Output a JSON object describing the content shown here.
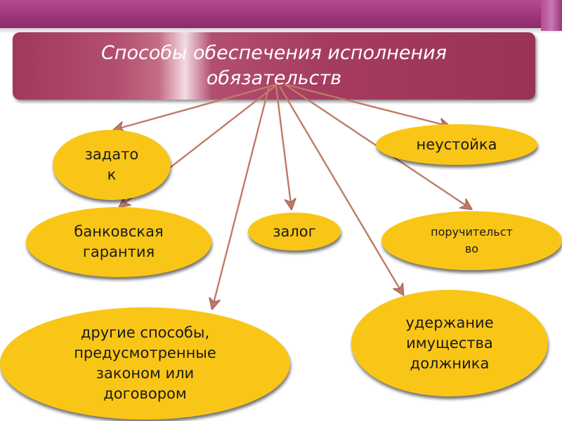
{
  "title": {
    "line1": "Способы обеспечения исполнения",
    "line2": "обязательств"
  },
  "nodes": {
    "zadatok": {
      "line1": "задато",
      "line2": "к"
    },
    "neustoika": {
      "label": "неустойка"
    },
    "bank": {
      "line1": "банковская",
      "line2": "гарантия"
    },
    "zalog": {
      "label": "залог"
    },
    "poruch": {
      "line1": "поручительст",
      "line2": "во"
    },
    "drugie": {
      "line1": "другие способы,",
      "line2": "предусмотренные",
      "line3": "законом или",
      "line4": "договором"
    },
    "uderzh": {
      "line1": "удержание",
      "line2": "имущества",
      "line3": "должника"
    }
  },
  "colors": {
    "header_bar": "#9b3479",
    "title_box": "#a53c5f",
    "node_fill": "#f9c617",
    "arrow": "#c07a66"
  }
}
